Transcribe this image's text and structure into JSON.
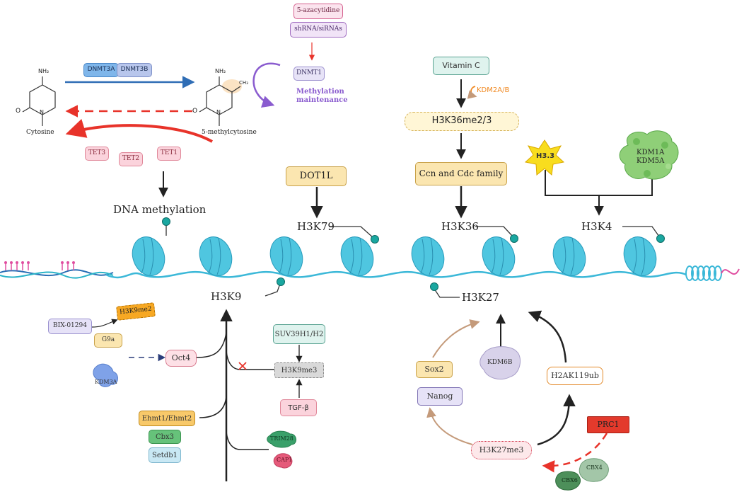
{
  "dna_methylation": {
    "enzymes_forward": [
      "DNMT3A",
      "DNMT3B"
    ],
    "cytosine_label": "Cytosine",
    "methylcytosine_label": "5-methylcytosine",
    "nh2_label": "NH₂",
    "ch3_label": "CH₃",
    "o_label": "O",
    "n_label": "N",
    "tet": [
      "TET3",
      "TET2",
      "TET1"
    ],
    "inhibitors": [
      "5-azacytidine",
      "shRNA/siRNAs"
    ],
    "dnmt1": "DNMT1",
    "maintenance_label": "Methylation\nmaintenance",
    "process_label": "DNA methylation"
  },
  "h3k36": {
    "vitamin": "Vitamin C",
    "kdm": "KDM2A/B",
    "mark": "H3K36me2/3",
    "target": "Ccn and Cdc family",
    "site": "H3K36"
  },
  "h3k79": {
    "enzyme": "DOT1L",
    "site": "H3K79"
  },
  "h3k4": {
    "variant": "H3.3",
    "demethylase": "KDM1A\nKDM5A",
    "site": "H3K4"
  },
  "h3k9": {
    "site": "H3K9",
    "bix": "BIX-01294",
    "h3k9me2": "H3K9me2",
    "g9a": "G9a",
    "kdm3a": "KDM3A",
    "oct4": "Oct4",
    "suv": "SUV39H1/H2",
    "h3k9me3": "H3K9me3",
    "tgf": "TGF-β",
    "ehmt": "Ehmt1/Ehmt2",
    "cbx3": "Cbx3",
    "setdb1": "Setdb1",
    "trim28": "TRIM28",
    "cap1": "CAP1"
  },
  "h3k27": {
    "site": "H3K27",
    "sox2": "Sox2",
    "nanog": "Nanog",
    "kdm6b": "KDM6B",
    "h2ak": "H2AK119ub",
    "h3k27me3": "H3K27me3",
    "prc1": "PRC1",
    "cbx4": "CBX4",
    "cbx6": "CBX6"
  },
  "colors": {
    "nucleosome": "#4fc6e0",
    "dna_strand": "#3bb8d8",
    "tail_dot": "#1aa7a0",
    "red_arrow": "#e8332a",
    "blue_arrow": "#2f6db5",
    "purple": "#8a5ccf",
    "orange": "#f08a24",
    "yellow_box": "#fbe6b0"
  }
}
